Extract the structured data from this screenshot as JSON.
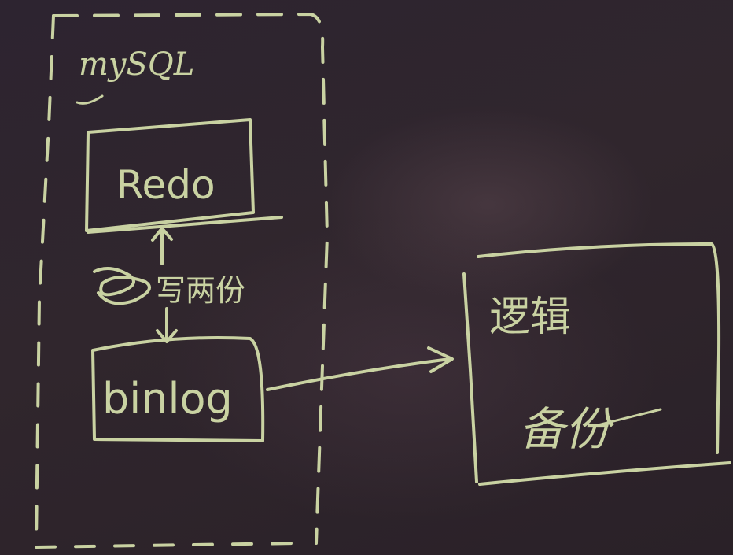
{
  "container": {
    "label": "mySQL"
  },
  "nodes": {
    "redo": {
      "label": "Redo"
    },
    "binlog": {
      "label": "binlog"
    },
    "logical_backup": {
      "line1": "逻辑",
      "line2": "备份"
    }
  },
  "edges": {
    "two_phase": {
      "label": "写两份"
    }
  },
  "colors": {
    "board": "#2d2430",
    "chalk": "#c9d2a2"
  }
}
